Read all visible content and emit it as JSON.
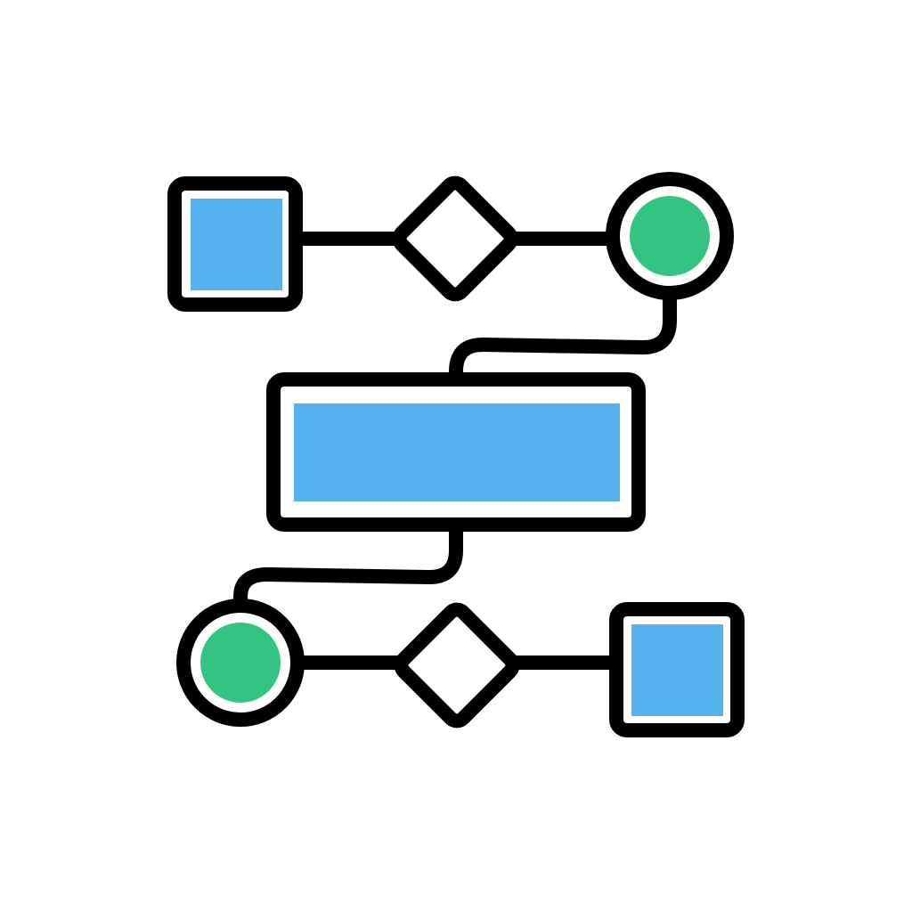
{
  "icon": {
    "name": "flowchart-icon",
    "colors": {
      "background": "#ffffff",
      "outline": "#000000",
      "process_fill": "#56b2ee",
      "terminal_fill": "#33c481",
      "decision_fill": "#ffffff",
      "gap": "#ffffff"
    },
    "nodes": [
      {
        "id": "start-process",
        "shape": "square",
        "fill": "process_fill"
      },
      {
        "id": "top-decision",
        "shape": "diamond",
        "fill": "decision_fill"
      },
      {
        "id": "top-terminal",
        "shape": "circle",
        "fill": "terminal_fill"
      },
      {
        "id": "main-process",
        "shape": "rectangle",
        "fill": "process_fill"
      },
      {
        "id": "bottom-terminal",
        "shape": "circle",
        "fill": "terminal_fill"
      },
      {
        "id": "bottom-decision",
        "shape": "diamond",
        "fill": "decision_fill"
      },
      {
        "id": "end-process",
        "shape": "square",
        "fill": "process_fill"
      }
    ],
    "edges": [
      [
        "start-process",
        "top-decision"
      ],
      [
        "top-decision",
        "top-terminal"
      ],
      [
        "top-terminal",
        "main-process"
      ],
      [
        "main-process",
        "bottom-terminal"
      ],
      [
        "bottom-terminal",
        "bottom-decision"
      ],
      [
        "bottom-decision",
        "end-process"
      ]
    ]
  }
}
